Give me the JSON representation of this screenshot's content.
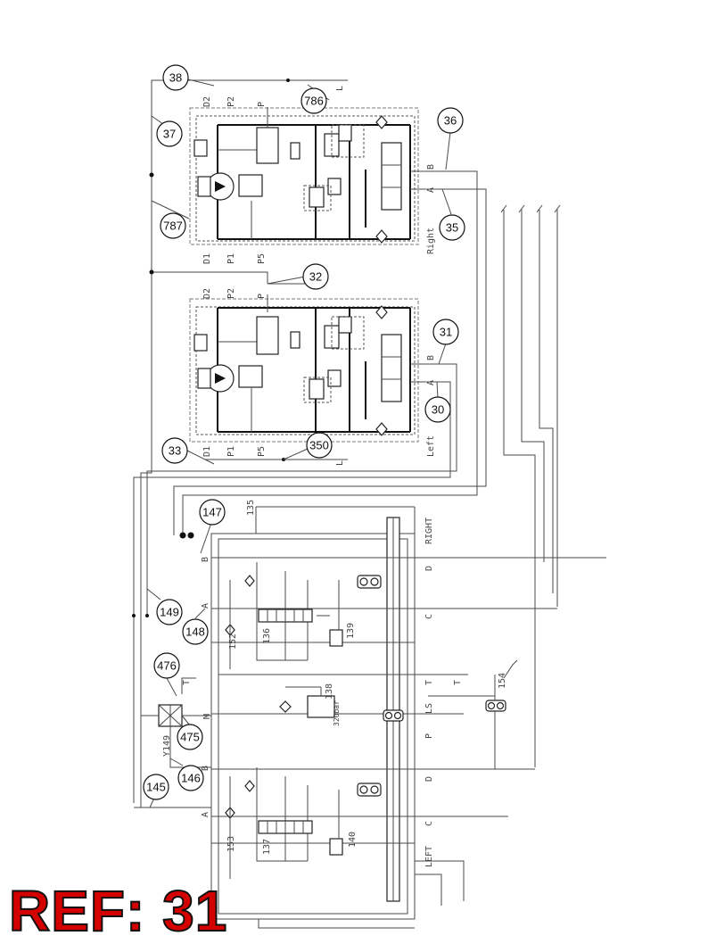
{
  "ref_label": "REF: 31",
  "callouts": [
    "38",
    "786",
    "37",
    "36",
    "35",
    "787",
    "32",
    "31",
    "30",
    "33",
    "350",
    "147",
    "149",
    "148",
    "476",
    "475",
    "146",
    "145"
  ],
  "valve_labels": {
    "upper": {
      "side": "Right",
      "ports_top": [
        "D2",
        "P2",
        "P"
      ],
      "ports_bottom": [
        "D1",
        "P1",
        "P5"
      ],
      "work_ports": [
        "B",
        "A"
      ],
      "drain": "L"
    },
    "lower": {
      "side": "Left",
      "ports_top": [
        "D2",
        "P2",
        "P"
      ],
      "ports_bottom": [
        "D1",
        "P1",
        "P5",
        "L"
      ],
      "work_ports": [
        "B",
        "A"
      ]
    }
  },
  "block_labels": {
    "ports_right": [
      "RIGHT",
      "D",
      "C",
      "T",
      "LS",
      "P",
      "D",
      "C",
      "LEFT"
    ],
    "ports_left": [
      "B",
      "A",
      "M",
      "B",
      "A"
    ],
    "numbers": [
      "135",
      "136",
      "139",
      "152",
      "138",
      "137",
      "140",
      "153",
      "154",
      "Y149"
    ],
    "pressure": "320bar",
    "tank": "T"
  }
}
